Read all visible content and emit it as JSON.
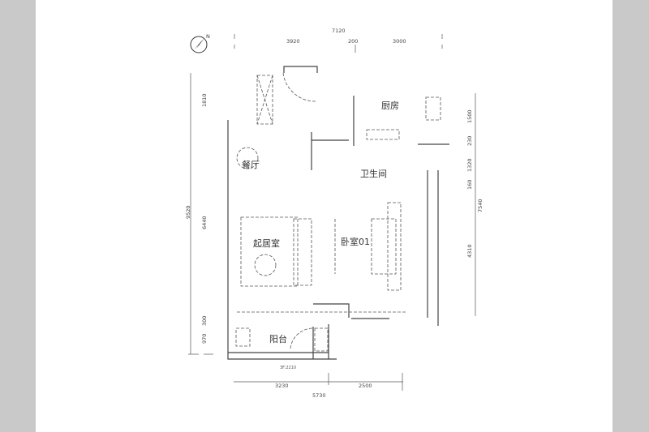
{
  "rooms": {
    "dining": "餐厅",
    "kitchen": "厨房",
    "bathroom": "卫生间",
    "living": "起居室",
    "bedroom": "卧室01",
    "balcony": "阳台"
  },
  "dimensions": {
    "top_total": "7120",
    "top_left": "3920",
    "top_mid": "200",
    "top_right": "3000",
    "left_total": "9520",
    "left_top": "1810",
    "left_mid": "6440",
    "left_b1": "300",
    "left_b2": "970",
    "right_total": "7540",
    "right_1": "1500",
    "right_2": "230",
    "right_3": "1320",
    "right_4": "160",
    "right_5": "4310",
    "bottom_left": "3230",
    "bottom_right": "2500",
    "bottom_total": "5730",
    "balcony_note": "3F:2210"
  },
  "compass": {
    "north": "N"
  }
}
